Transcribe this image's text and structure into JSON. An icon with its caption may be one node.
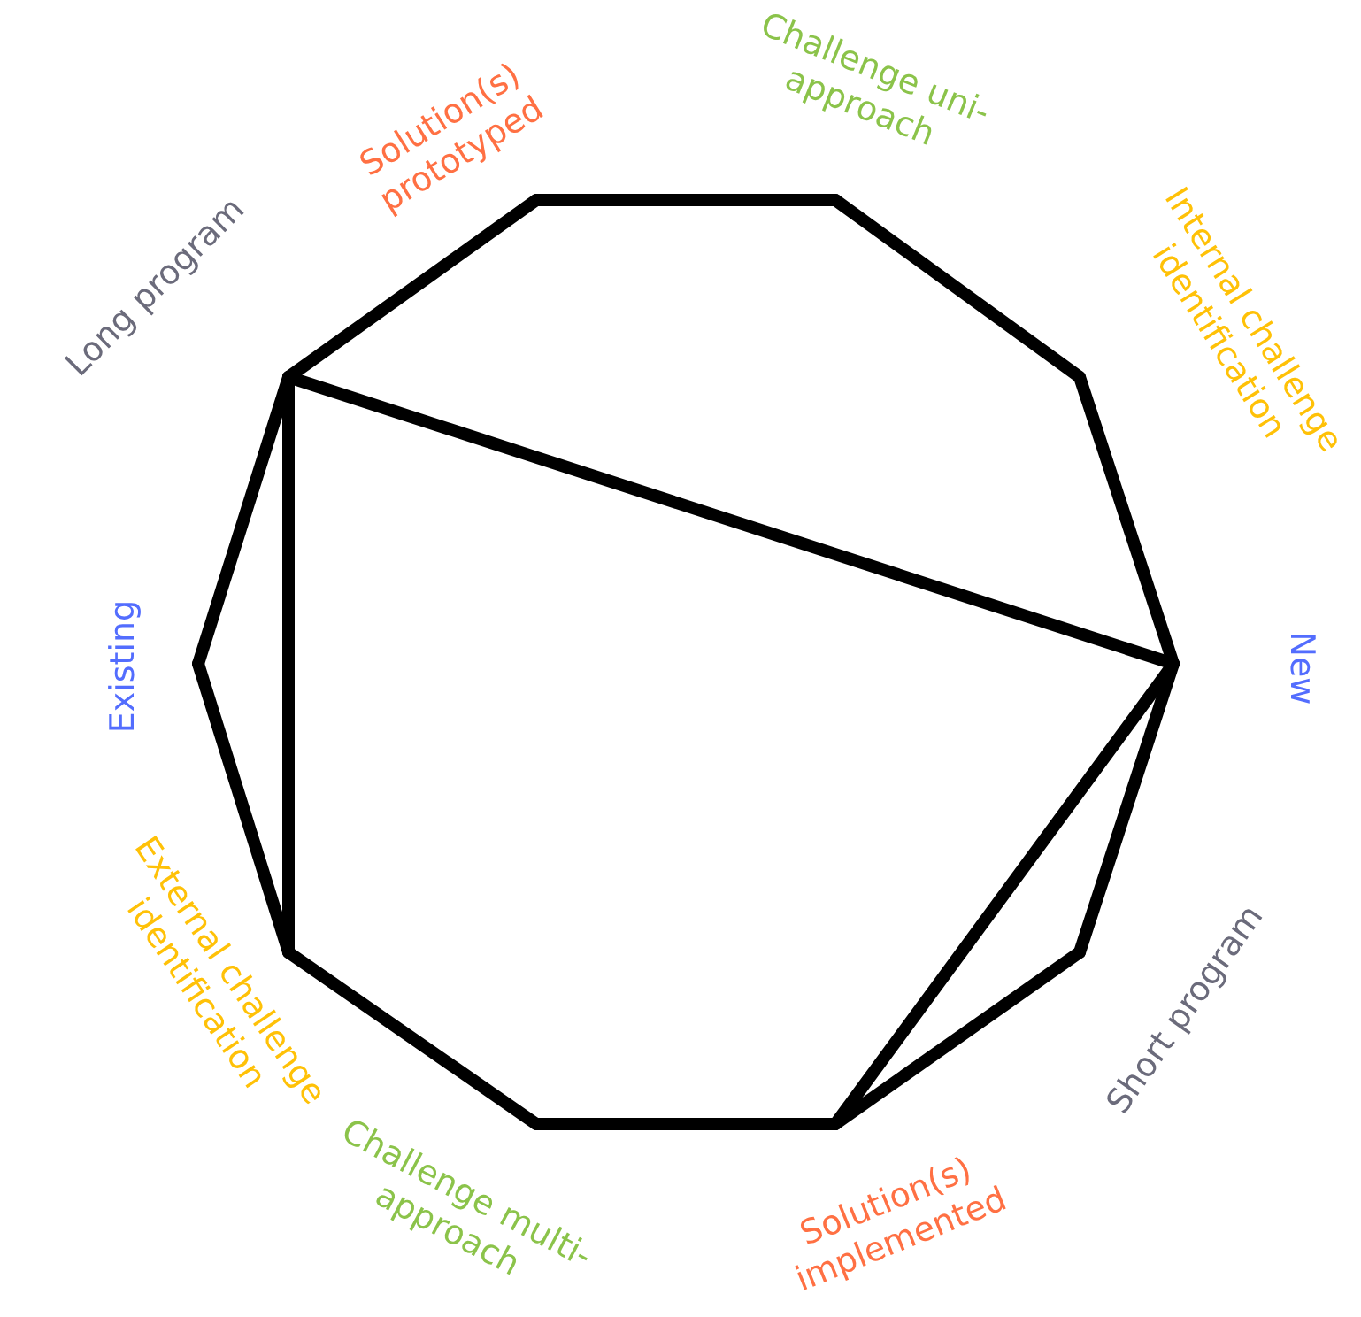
{
  "diagram": {
    "nodes": [
      {
        "text": [
          "Solution(s) prototyped"
        ]
      },
      {
        "text": [
          "Challenge uni-approach"
        ]
      },
      {
        "text": [
          "Internal challenge identification"
        ]
      },
      {
        "text": [
          "New"
        ]
      },
      {
        "text": [
          "Short program"
        ]
      },
      {
        "text": [
          "Solution(s) implemented"
        ]
      },
      {
        "text": [
          "Challenge multi-approach"
        ]
      },
      {
        "text": [
          "External challenge identification"
        ]
      },
      {
        "text": [
          "Existing"
        ]
      },
      {
        "text": [
          "Long program"
        ]
      }
    ],
    "edges": [
      {
        "from": 0,
        "to": 1,
        "arrow": "none"
      },
      {
        "from": 1,
        "to": 2,
        "arrow": "none"
      },
      {
        "from": 2,
        "to": 3,
        "arrow": "none"
      },
      {
        "from": 3,
        "to": 4,
        "arrow": "none"
      },
      {
        "from": 4,
        "to": 5,
        "arrow": "none"
      },
      {
        "from": 5,
        "to": 6,
        "arrow": "none"
      },
      {
        "from": 6,
        "to": 7,
        "arrow": "none"
      },
      {
        "from": 7,
        "to": 8,
        "arrow": "none"
      },
      {
        "from": 8,
        "to": 9,
        "arrow": "none"
      },
      {
        "from": 9,
        "to": 0,
        "arrow": "none"
      },
      {
        "from": 9,
        "to": 3,
        "arrow": "none"
      },
      {
        "from": 9,
        "to": 7,
        "arrow": "none"
      },
      {
        "from": 3,
        "to": 5,
        "arrow": "none"
      }
    ]
  }
}
